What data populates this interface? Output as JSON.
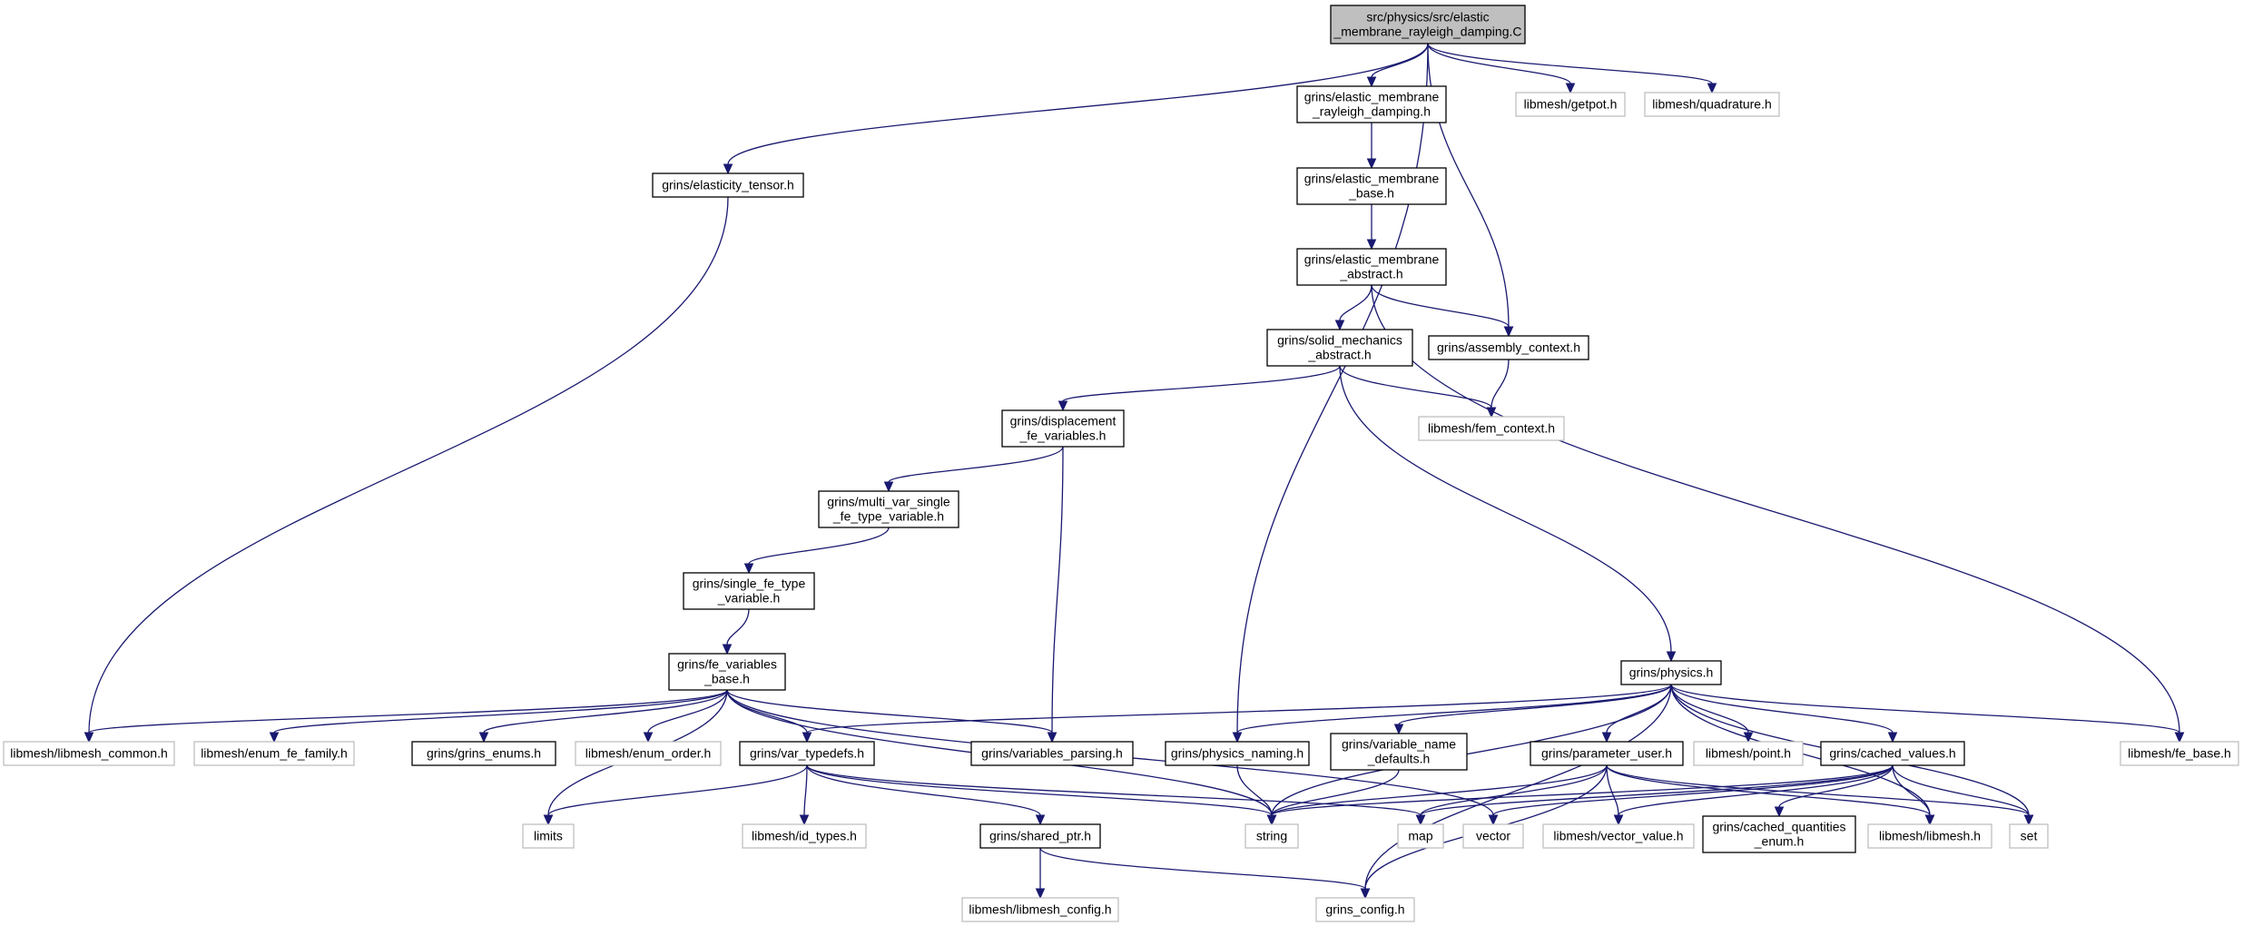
{
  "colors": {
    "edge": "#191970",
    "node_border": "#000000",
    "missing_border": "#bfbfbf",
    "root_fill": "#bfbfbf",
    "node_fill": "#ffffff",
    "text": "#000000"
  },
  "nodes": [
    {
      "id": "root",
      "lines": [
        "src/physics/src/elastic",
        "_membrane_rayleigh_damping.C"
      ],
      "kind": "root"
    },
    {
      "id": "elasticity_tensor",
      "lines": [
        "grins/elasticity_tensor.h"
      ],
      "kind": "doc"
    },
    {
      "id": "em_rayleigh",
      "lines": [
        "grins/elastic_membrane",
        "_rayleigh_damping.h"
      ],
      "kind": "doc"
    },
    {
      "id": "getpot",
      "lines": [
        "libmesh/getpot.h"
      ],
      "kind": "missing"
    },
    {
      "id": "quadrature",
      "lines": [
        "libmesh/quadrature.h"
      ],
      "kind": "missing"
    },
    {
      "id": "em_base",
      "lines": [
        "grins/elastic_membrane",
        "_base.h"
      ],
      "kind": "doc"
    },
    {
      "id": "em_abstract",
      "lines": [
        "grins/elastic_membrane",
        "_abstract.h"
      ],
      "kind": "doc"
    },
    {
      "id": "solid_mech",
      "lines": [
        "grins/solid_mechanics",
        "_abstract.h"
      ],
      "kind": "doc"
    },
    {
      "id": "assembly_ctx",
      "lines": [
        "grins/assembly_context.h"
      ],
      "kind": "doc"
    },
    {
      "id": "fem_context",
      "lines": [
        "libmesh/fem_context.h"
      ],
      "kind": "missing"
    },
    {
      "id": "displacement",
      "lines": [
        "grins/displacement",
        "_fe_variables.h"
      ],
      "kind": "doc"
    },
    {
      "id": "multi_var",
      "lines": [
        "grins/multi_var_single",
        "_fe_type_variable.h"
      ],
      "kind": "doc"
    },
    {
      "id": "single_fe",
      "lines": [
        "grins/single_fe_type",
        "_variable.h"
      ],
      "kind": "doc"
    },
    {
      "id": "fe_var_base",
      "lines": [
        "grins/fe_variables",
        "_base.h"
      ],
      "kind": "doc"
    },
    {
      "id": "physics",
      "lines": [
        "grins/physics.h"
      ],
      "kind": "doc"
    },
    {
      "id": "libmesh_common",
      "lines": [
        "libmesh/libmesh_common.h"
      ],
      "kind": "missing"
    },
    {
      "id": "enum_fe_family",
      "lines": [
        "libmesh/enum_fe_family.h"
      ],
      "kind": "missing"
    },
    {
      "id": "grins_enums",
      "lines": [
        "grins/grins_enums.h"
      ],
      "kind": "doc"
    },
    {
      "id": "enum_order",
      "lines": [
        "libmesh/enum_order.h"
      ],
      "kind": "missing"
    },
    {
      "id": "var_typedefs",
      "lines": [
        "grins/var_typedefs.h"
      ],
      "kind": "doc"
    },
    {
      "id": "variables_parsing",
      "lines": [
        "grins/variables_parsing.h"
      ],
      "kind": "doc"
    },
    {
      "id": "physics_naming",
      "lines": [
        "grins/physics_naming.h"
      ],
      "kind": "doc"
    },
    {
      "id": "variable_name_defaults",
      "lines": [
        "grins/variable_name",
        "_defaults.h"
      ],
      "kind": "doc"
    },
    {
      "id": "parameter_user",
      "lines": [
        "grins/parameter_user.h"
      ],
      "kind": "doc"
    },
    {
      "id": "point",
      "lines": [
        "libmesh/point.h"
      ],
      "kind": "missing"
    },
    {
      "id": "cached_values",
      "lines": [
        "grins/cached_values.h"
      ],
      "kind": "doc"
    },
    {
      "id": "fe_base",
      "lines": [
        "libmesh/fe_base.h"
      ],
      "kind": "missing"
    },
    {
      "id": "limits",
      "lines": [
        "limits"
      ],
      "kind": "missing"
    },
    {
      "id": "id_types",
      "lines": [
        "libmesh/id_types.h"
      ],
      "kind": "missing"
    },
    {
      "id": "shared_ptr",
      "lines": [
        "grins/shared_ptr.h"
      ],
      "kind": "doc"
    },
    {
      "id": "string",
      "lines": [
        "string"
      ],
      "kind": "missing"
    },
    {
      "id": "map",
      "lines": [
        "map"
      ],
      "kind": "missing"
    },
    {
      "id": "vector",
      "lines": [
        "vector"
      ],
      "kind": "missing"
    },
    {
      "id": "vector_value",
      "lines": [
        "libmesh/vector_value.h"
      ],
      "kind": "missing"
    },
    {
      "id": "cached_quantities",
      "lines": [
        "grins/cached_quantities",
        "_enum.h"
      ],
      "kind": "doc"
    },
    {
      "id": "libmesh",
      "lines": [
        "libmesh/libmesh.h"
      ],
      "kind": "missing"
    },
    {
      "id": "set",
      "lines": [
        "set"
      ],
      "kind": "missing"
    },
    {
      "id": "libmesh_config",
      "lines": [
        "libmesh/libmesh_config.h"
      ],
      "kind": "missing"
    },
    {
      "id": "grins_config",
      "lines": [
        "grins_config.h"
      ],
      "kind": "missing"
    }
  ],
  "edges": [
    [
      "root",
      "elasticity_tensor"
    ],
    [
      "root",
      "em_rayleigh"
    ],
    [
      "root",
      "getpot"
    ],
    [
      "root",
      "quadrature"
    ],
    [
      "root",
      "physics_naming"
    ],
    [
      "root",
      "assembly_ctx"
    ],
    [
      "elasticity_tensor",
      "libmesh_common"
    ],
    [
      "em_rayleigh",
      "em_base"
    ],
    [
      "em_base",
      "em_abstract"
    ],
    [
      "em_abstract",
      "solid_mech"
    ],
    [
      "em_abstract",
      "assembly_ctx"
    ],
    [
      "em_abstract",
      "fe_base"
    ],
    [
      "solid_mech",
      "displacement"
    ],
    [
      "solid_mech",
      "fem_context"
    ],
    [
      "solid_mech",
      "physics"
    ],
    [
      "assembly_ctx",
      "fem_context"
    ],
    [
      "displacement",
      "multi_var"
    ],
    [
      "displacement",
      "variables_parsing"
    ],
    [
      "multi_var",
      "single_fe"
    ],
    [
      "single_fe",
      "fe_var_base"
    ],
    [
      "fe_var_base",
      "libmesh_common"
    ],
    [
      "fe_var_base",
      "enum_fe_family"
    ],
    [
      "fe_var_base",
      "grins_enums"
    ],
    [
      "fe_var_base",
      "enum_order"
    ],
    [
      "fe_var_base",
      "var_typedefs"
    ],
    [
      "fe_var_base",
      "variables_parsing"
    ],
    [
      "fe_var_base",
      "limits"
    ],
    [
      "fe_var_base",
      "string"
    ],
    [
      "fe_var_base",
      "vector"
    ],
    [
      "physics",
      "var_typedefs"
    ],
    [
      "physics",
      "physics_naming"
    ],
    [
      "physics",
      "variable_name_defaults"
    ],
    [
      "physics",
      "parameter_user"
    ],
    [
      "physics",
      "point"
    ],
    [
      "physics",
      "cached_values"
    ],
    [
      "physics",
      "fe_base"
    ],
    [
      "physics",
      "string"
    ],
    [
      "physics",
      "libmesh"
    ],
    [
      "physics",
      "set"
    ],
    [
      "physics",
      "grins_config"
    ],
    [
      "var_typedefs",
      "limits"
    ],
    [
      "var_typedefs",
      "id_types"
    ],
    [
      "var_typedefs",
      "shared_ptr"
    ],
    [
      "var_typedefs",
      "string"
    ],
    [
      "var_typedefs",
      "map"
    ],
    [
      "shared_ptr",
      "libmesh_config"
    ],
    [
      "shared_ptr",
      "grins_config"
    ],
    [
      "physics_naming",
      "string"
    ],
    [
      "variable_name_defaults",
      "string"
    ],
    [
      "parameter_user",
      "string"
    ],
    [
      "parameter_user",
      "map"
    ],
    [
      "parameter_user",
      "vector_value"
    ],
    [
      "parameter_user",
      "libmesh"
    ],
    [
      "parameter_user",
      "set"
    ],
    [
      "parameter_user",
      "grins_config"
    ],
    [
      "cached_values",
      "map"
    ],
    [
      "cached_values",
      "vector"
    ],
    [
      "cached_values",
      "vector_value"
    ],
    [
      "cached_values",
      "cached_quantities"
    ],
    [
      "cached_values",
      "libmesh"
    ],
    [
      "cached_values",
      "set"
    ],
    [
      "cached_values",
      "string"
    ]
  ]
}
